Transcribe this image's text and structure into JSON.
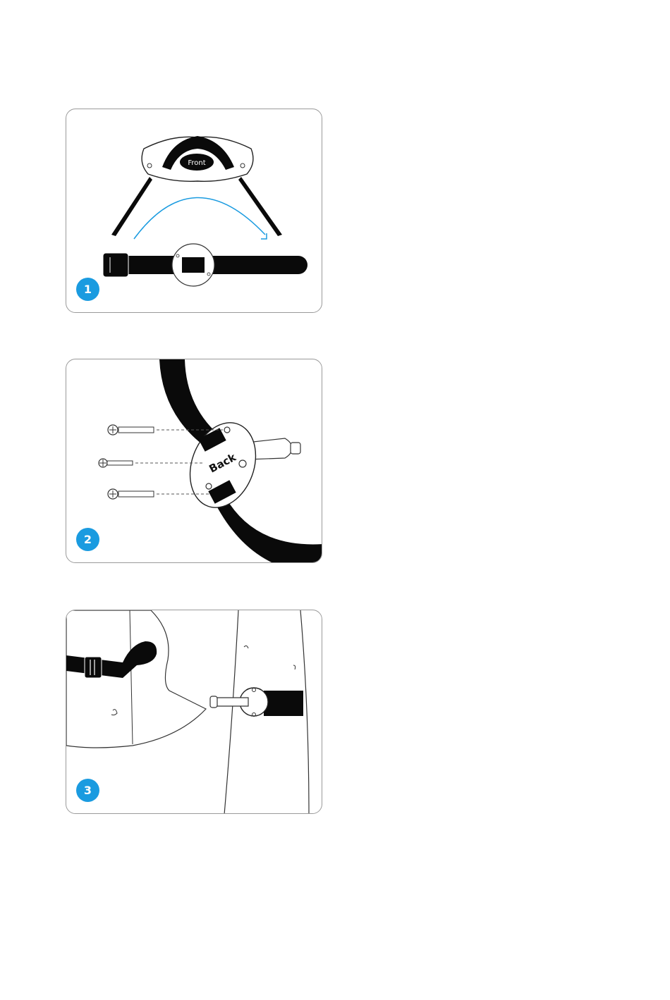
{
  "steps": [
    {
      "number": "1",
      "label": "Front"
    },
    {
      "number": "2",
      "label": "Back"
    },
    {
      "number": "3"
    }
  ],
  "colors": {
    "accent": "#1a9be0",
    "strap": "#0a0a0a",
    "border": "#9a9a9a"
  }
}
